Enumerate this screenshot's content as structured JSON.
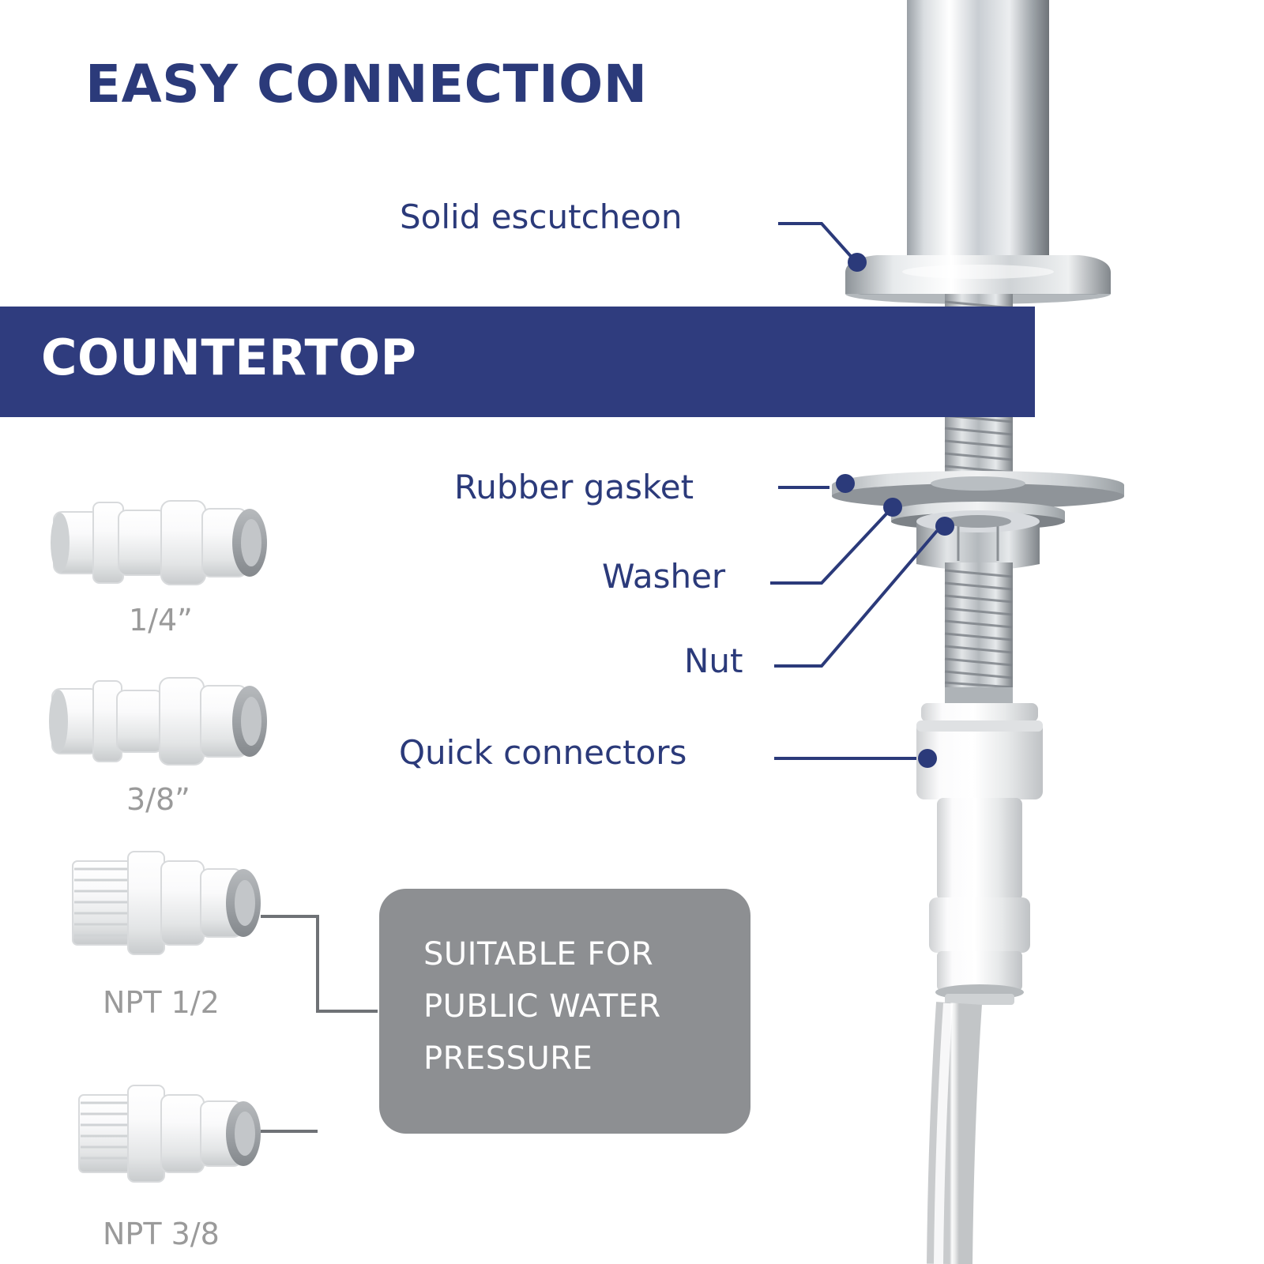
{
  "header": {
    "title": "EASY CONNECTION",
    "band_label": "COUNTERTOP",
    "title_color": "#2b3a7a",
    "band_color": "#2f3c7e"
  },
  "callouts": [
    {
      "id": "solid-escutcheon",
      "label": "Solid escutcheon"
    },
    {
      "id": "rubber-gasket",
      "label": "Rubber gasket"
    },
    {
      "id": "washer",
      "label": "Washer"
    },
    {
      "id": "nut",
      "label": "Nut"
    },
    {
      "id": "quick-connectors",
      "label": "Quick connectors"
    }
  ],
  "fittings": [
    {
      "id": "quarter",
      "caption": "1/4”"
    },
    {
      "id": "three-eighth",
      "caption": "3/8”"
    },
    {
      "id": "npt-half",
      "caption": "NPT 1/2"
    },
    {
      "id": "npt-three-eighth",
      "caption": "NPT 3/8"
    }
  ],
  "note": {
    "line1": "SUITABLE FOR",
    "line2": "PUBLIC WATER",
    "line3": "PRESSURE",
    "box_color": "#8d8f92",
    "text_color": "#ffffff"
  },
  "colors": {
    "caption_grey": "#9a9a9a",
    "leader_navy": "#2b3a7a",
    "leader_grey": "#6f7276",
    "chrome_light": "#e8eaec",
    "chrome_mid": "#b9bdc2",
    "chrome_dark": "#7d8287",
    "plastic_white": "#f2f3f4",
    "plastic_shadow": "#d3d5d7"
  }
}
